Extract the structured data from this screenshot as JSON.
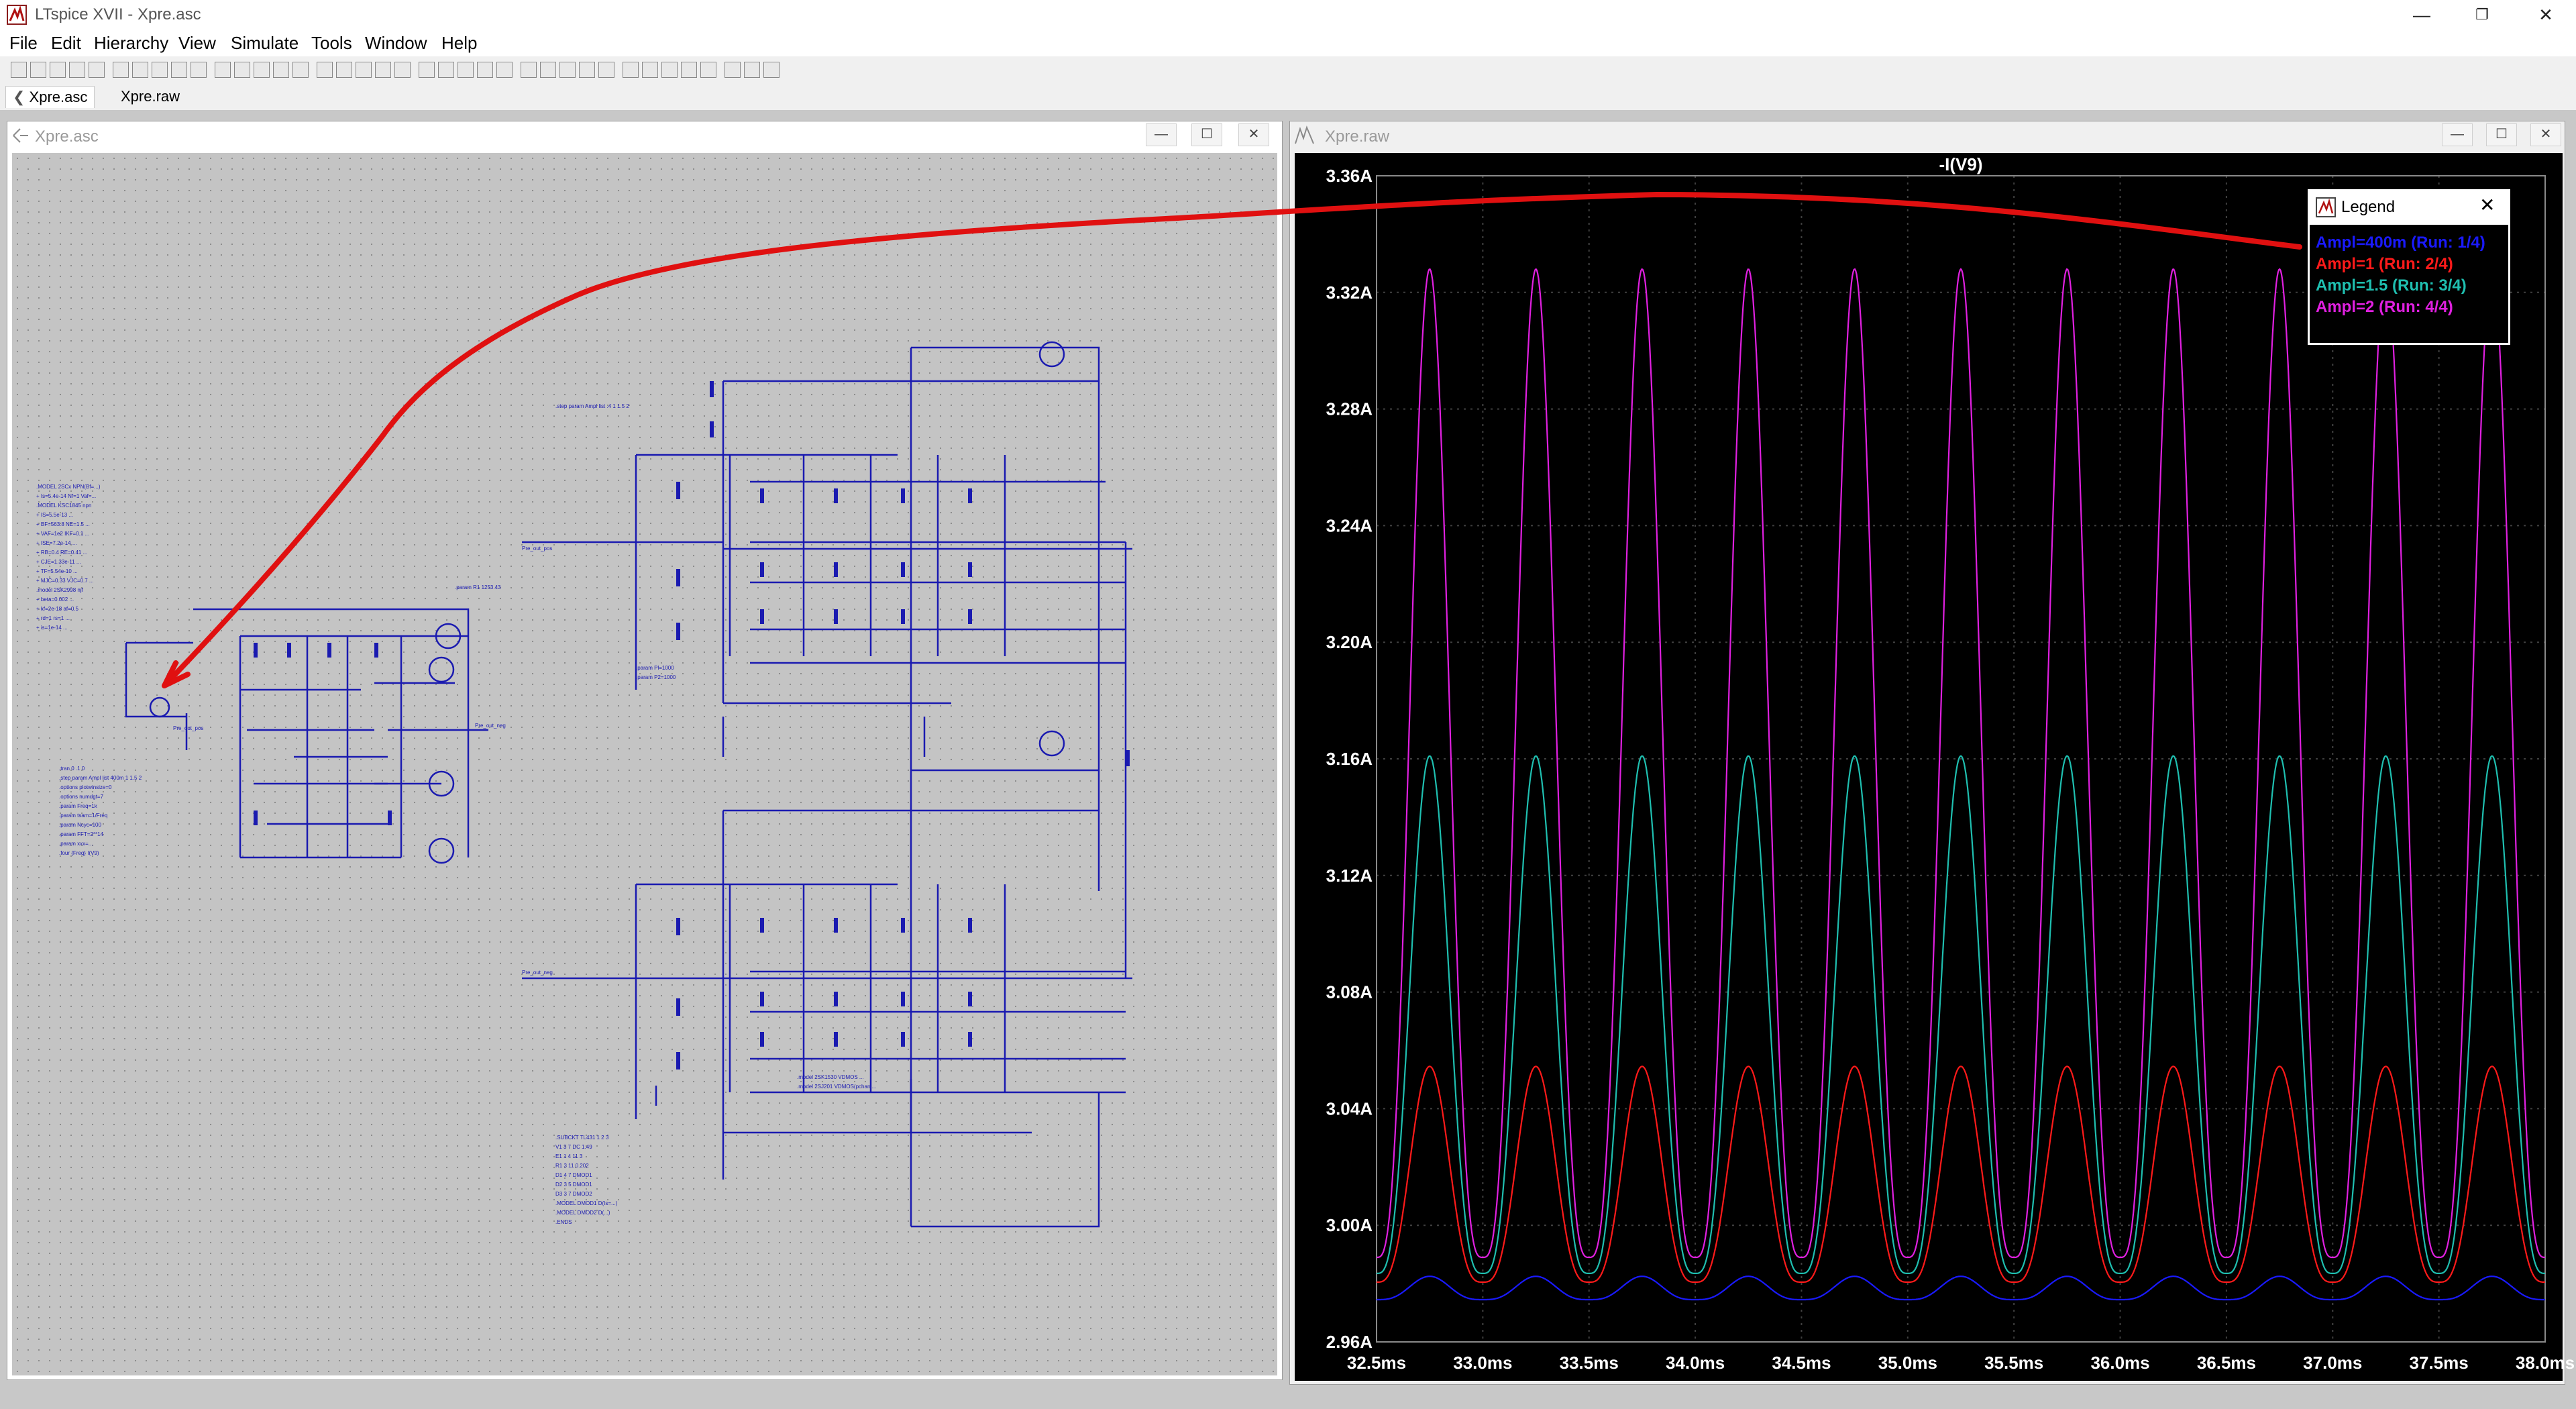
{
  "app": {
    "title": "LTspice XVII - Xpre.asc",
    "window_controls": [
      "—",
      "❐",
      "✕"
    ]
  },
  "menu": [
    "File",
    "Edit",
    "Hierarchy",
    "View",
    "Simulate",
    "Tools",
    "Window",
    "Help"
  ],
  "tabs": [
    {
      "label": "Xpre.asc",
      "active": true
    },
    {
      "label": "Xpre.raw",
      "active": false
    }
  ],
  "schematic_window": {
    "title": "Xpre.asc"
  },
  "waveform_window": {
    "title": "Xpre.raw",
    "trace_label": "-I(V9)"
  },
  "legend": {
    "title": "Legend",
    "entries": [
      {
        "label": "Ampl=400m  (Run: 1/4)",
        "color": "#1a1aff"
      },
      {
        "label": "Ampl=1  (Run: 2/4)",
        "color": "#ff1a1a"
      },
      {
        "label": "Ampl=1.5  (Run: 3/4)",
        "color": "#1fbfb0"
      },
      {
        "label": "Ampl=2  (Run: 4/4)",
        "color": "#e020e0"
      }
    ]
  },
  "colors": {
    "plot_bg": "#000000",
    "grid": "#404040",
    "annotation_arrow": "#e01010",
    "schematic_wire": "#1a1ab0"
  },
  "chart_data": {
    "type": "line",
    "xlabel": "",
    "ylabel": "",
    "title": "-I(V9)",
    "x_unit": "ms",
    "xlim": [
      32.5,
      38.0
    ],
    "ylim": [
      2.96,
      3.36
    ],
    "x_ticks": [
      "32.5ms",
      "33.0ms",
      "33.5ms",
      "34.0ms",
      "34.5ms",
      "35.0ms",
      "35.5ms",
      "36.0ms",
      "36.5ms",
      "37.0ms",
      "37.5ms",
      "38.0ms"
    ],
    "y_ticks": [
      "3.36A",
      "3.32A",
      "3.28A",
      "3.24A",
      "3.20A",
      "3.16A",
      "3.12A",
      "3.08A",
      "3.04A",
      "3.00A",
      "2.96A"
    ],
    "grid": true,
    "legend_position": "top-right",
    "waveform_period_ms": 0.5,
    "first_peak_ms": 32.75,
    "series": [
      {
        "name": "Ampl=400m  (Run: 1/4)",
        "color": "#1a1aff",
        "peak": 2.9825,
        "trough": 2.9745
      },
      {
        "name": "Ampl=1  (Run: 2/4)",
        "color": "#ff1a1a",
        "peak": 3.0545,
        "trough": 2.9805
      },
      {
        "name": "Ampl=1.5  (Run: 3/4)",
        "color": "#1fbfb0",
        "peak": 3.161,
        "trough": 2.9835
      },
      {
        "name": "Ampl=2  (Run: 4/4)",
        "color": "#e020e0",
        "peak": 3.328,
        "trough": 2.989
      }
    ]
  }
}
